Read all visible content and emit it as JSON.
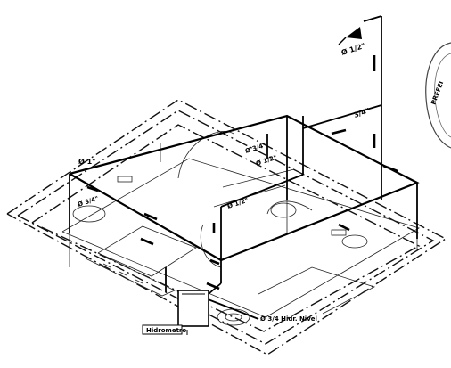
{
  "drawing": {
    "labels": {
      "riser_top": "Ø 1/2\"",
      "left_riser": "Ø 1\"",
      "left_mid": "Ø 3/4\"",
      "center_a": "Ø 1/2\"",
      "center_b": "Ø 3/4\"",
      "center_c": "Ø 1/2\"",
      "right_riser": "3/4\"",
      "meter_box": "Hidrometro",
      "meter_note": "Ø 3/4 Hidr. Nivel"
    },
    "seal_text": "PREFEI"
  }
}
